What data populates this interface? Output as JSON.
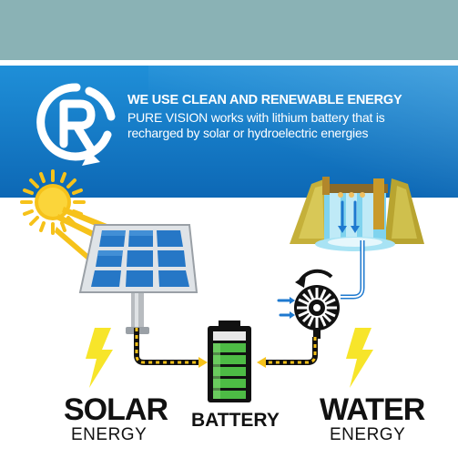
{
  "header": {
    "heading": "WE USE CLEAN AND RENEWABLE ENERGY",
    "description": "PURE VISION works with lithium battery that is recharged by solar or hydroelectric energies"
  },
  "labels": {
    "solar_main": "SOLAR",
    "solar_sub": "ENERGY",
    "battery": "BATTERY",
    "water_main": "WATER",
    "water_sub": "ENERGY"
  },
  "icons": {
    "logo": "recycle-r-logo-icon",
    "sun": "sun-icon",
    "panel": "solar-panel-icon",
    "dam": "waterfall-dam-icon",
    "turbine": "water-turbine-icon",
    "battery": "battery-icon",
    "bolt": "lightning-bolt-icon"
  },
  "colors": {
    "top_band": "#8ab2b5",
    "blue_band": "#1379c6",
    "sun": "#f6c21a",
    "lightning": "#f7e52a",
    "battery_green": "#4dbb45",
    "panel_blue": "#2677c6"
  }
}
